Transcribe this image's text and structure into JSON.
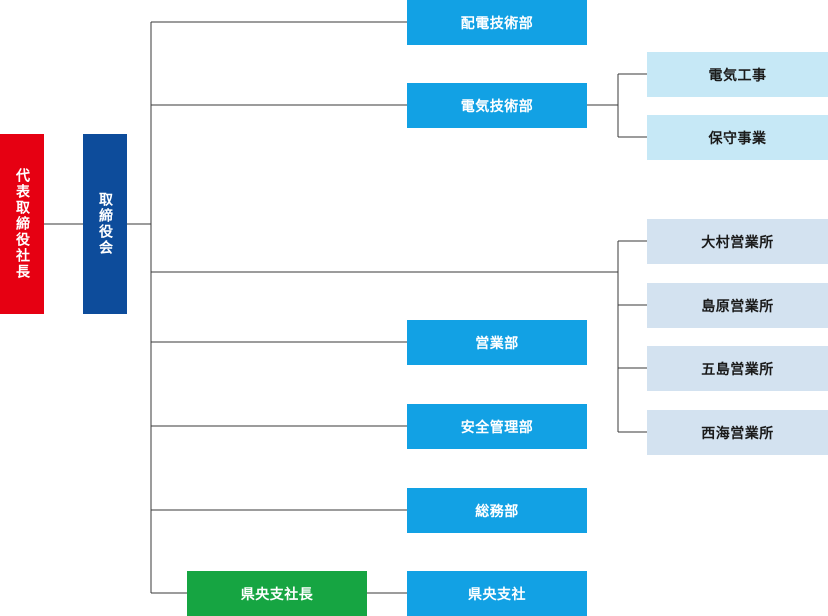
{
  "colors": {
    "president": "#e60012",
    "board": "#0d4c9b",
    "department": "#12a1e4",
    "sub_division": "#c6e8f6",
    "office": "#d3e2f0",
    "branch_head": "#16a542",
    "connector": "#3a3a3a"
  },
  "org": {
    "president": "代表取締役社長",
    "board": "取締役会",
    "departments": {
      "distribution_engineering": "配電技術部",
      "electrical_engineering": "電気技術部",
      "sales": "営業部",
      "safety_management": "安全管理部",
      "general_affairs": "総務部",
      "prefecture_central_branch": "県央支社"
    },
    "electrical_sub": {
      "electrical_work": "電気工事",
      "maintenance": "保守事業"
    },
    "sales_offices": [
      "大村営業所",
      "島原営業所",
      "五島営業所",
      "西海営業所"
    ],
    "branch_head": "県央支社長"
  }
}
